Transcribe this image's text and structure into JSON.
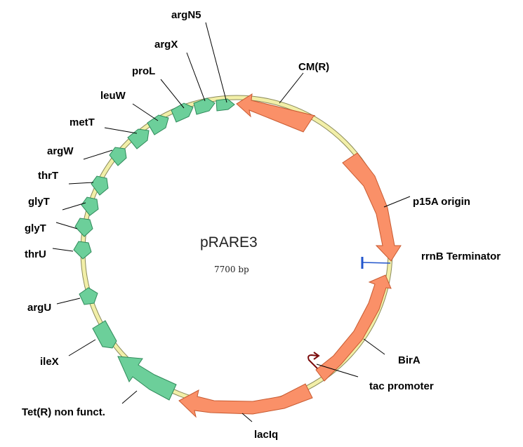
{
  "plasmid": {
    "name": "pRARE3",
    "size": "7700 bp"
  },
  "colors": {
    "backbone": "#f2efa8",
    "orange_feature": "#fa9068",
    "green_feature": "#6ccf9a",
    "terminator": "#2255cc",
    "promoter": "#7a0b0b"
  },
  "features": [
    {
      "label": "argN5"
    },
    {
      "label": "argX"
    },
    {
      "label": "proL"
    },
    {
      "label": "leuW"
    },
    {
      "label": "metT"
    },
    {
      "label": "argW"
    },
    {
      "label": "thrT"
    },
    {
      "label": "glyT"
    },
    {
      "label": "glyT"
    },
    {
      "label": "thrU"
    },
    {
      "label": "argU"
    },
    {
      "label": "ileX"
    },
    {
      "label": "Tet(R) non funct."
    },
    {
      "label": "lacIq"
    },
    {
      "label": "tac promoter"
    },
    {
      "label": "BirA"
    },
    {
      "label": "rrnB Terminator"
    },
    {
      "label": "p15A origin"
    },
    {
      "label": "CM(R)"
    }
  ]
}
